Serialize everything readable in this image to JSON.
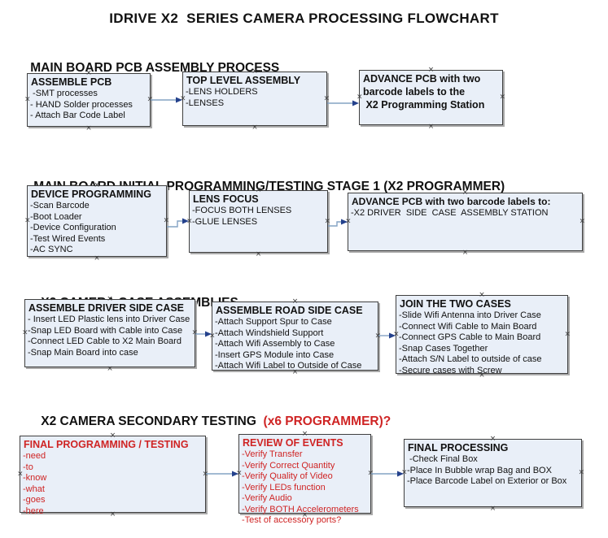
{
  "title": "IDRIVE X2  SERIES CAMERA PROCESSING FLOWCHART",
  "colors": {
    "box_fill": "#e9eff8",
    "box_border": "#3f3f3f",
    "box_shadow": "#aaaaaa",
    "arrow_line": "#84a3c4",
    "arrow_head": "#24418c",
    "red": "#cf2424",
    "handle": "#3a3a3a",
    "text": "#111111"
  },
  "sections": [
    {
      "header": "MAIN BOARD PCB ASSEMBLY PROCESS",
      "header_suffix": "",
      "boxes": [
        {
          "title": "ASSEMBLE PCB",
          "items": [
            " -SMT processes",
            "- HAND Solder processes",
            "- Attach Bar Code Label"
          ]
        },
        {
          "title": "TOP LEVEL ASSEMBLY",
          "items": [
            "-LENS HOLDERS",
            "-LENSES"
          ]
        },
        {
          "title": "ADVANCE PCB with two\nbarcode labels to the\n X2 Programming Station",
          "items": []
        }
      ]
    },
    {
      "header": "MAIN BOARD INITIAL PROGRAMMING/TESTING STAGE 1 (X2 PROGRAMMER)",
      "header_suffix": "",
      "boxes": [
        {
          "title": "DEVICE PROGRAMMING",
          "items": [
            "-Scan Barcode",
            "-Boot Loader",
            "-Device Configuration",
            "-Test Wired Events",
            "-AC SYNC"
          ]
        },
        {
          "title": "LENS FOCUS",
          "items": [
            "-FOCUS BOTH LENSES",
            "-GLUE LENSES"
          ]
        },
        {
          "title": "ADVANCE PCB with two barcode labels to:",
          "items": [
            "-X2 DRIVER  SIDE  CASE  ASSEMBLY STATION"
          ]
        }
      ]
    },
    {
      "header": "X2 CAMERA CASE ASSEMBLIES",
      "header_suffix": "",
      "boxes": [
        {
          "title": "ASSEMBLE DRIVER SIDE CASE",
          "items": [
            "- Insert LED Plastic lens into Driver Case",
            "-Snap LED Board with Cable into Case",
            "-Connect LED Cable to X2 Main Board",
            "-Snap Main Board into case"
          ]
        },
        {
          "title": "ASSEMBLE ROAD SIDE CASE",
          "items": [
            "-Attach Support Spur to Case",
            "-Attach Windshield Support",
            "-Attach Wifi Assembly to Case",
            "-Insert GPS Module into Case",
            "-Attach Wifi Label to Outside of Case"
          ]
        },
        {
          "title": "JOIN THE TWO CASES",
          "items": [
            "-Slide Wifi Antenna into Driver Case",
            "-Connect Wifi Cable to Main Board",
            "-Connect GPS Cable to Main Board",
            "-Snap Cases Together",
            "-Attach S/N Label to outside of case",
            "-Secure cases with Screw"
          ]
        }
      ]
    },
    {
      "header": "X2 CAMERA SECONDARY TESTING",
      "header_suffix": "  (x6 PROGRAMMER)?",
      "boxes": [
        {
          "title": "FINAL PROGRAMMING / TESTING",
          "items": [
            "-need",
            "-to",
            "-know",
            "-what",
            "-goes",
            "-here"
          ]
        },
        {
          "title": "REVIEW OF EVENTS",
          "items": [
            "-Verify Transfer",
            "-Verify Correct Quantity",
            "-Verify Quality of Video",
            "-Verify LEDs function",
            "-Verify Audio",
            "-Verify BOTH Accelerometers",
            "-Test of accessory ports?"
          ]
        },
        {
          "title": "FINAL PROCESSING",
          "items": [
            " -Check Final Box",
            "-Place In Bubble wrap Bag and BOX",
            "-Place Barcode Label on Exterior or Box"
          ]
        }
      ]
    }
  ]
}
